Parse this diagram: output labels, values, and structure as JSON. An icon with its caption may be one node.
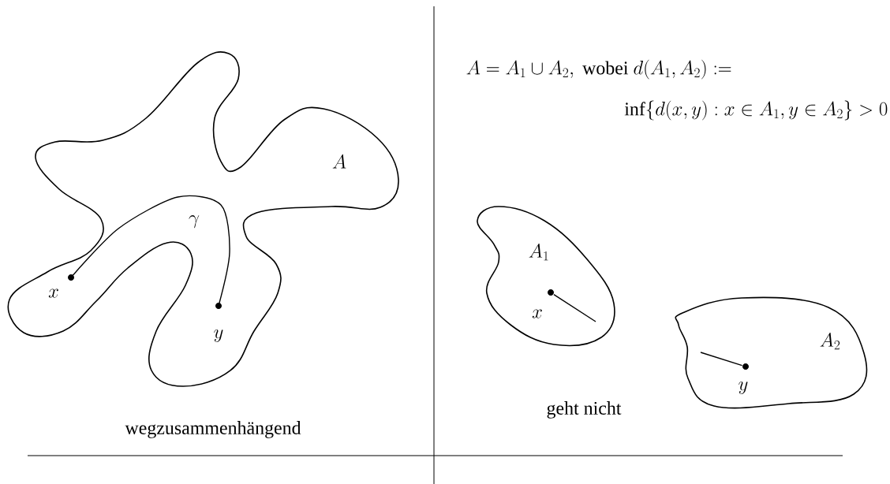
{
  "diagram": {
    "nodes": [
      {
        "text": [
          "A"
        ]
      },
      {
        "text": [],
        "shape": "circle",
        "in": 0,
        "beside": [
          "x"
        ]
      },
      {
        "text": [],
        "shape": "circle",
        "in": 0,
        "beside": [
          "y"
        ]
      },
      {
        "text": [
          "A_1"
        ]
      },
      {
        "text": [],
        "shape": "circle",
        "in": 3,
        "beside": [
          "x"
        ]
      },
      {
        "text": [
          "A_2"
        ]
      },
      {
        "text": [],
        "shape": "circle",
        "in": 5,
        "beside": [
          "y"
        ]
      }
    ],
    "edges": [
      {
        "from": 1,
        "to": 2,
        "arrow": "none",
        "label": "\\gamma"
      },
      {
        "from": 4,
        "to": null,
        "arrow": "none"
      },
      {
        "from": 6,
        "to": null,
        "arrow": "none"
      }
    ],
    "labels": [
      "wegzusammenhängend",
      "A = A_1 \\cup A_2, \\mbox{ wobei } d(A_1, A_2) :=",
      "\\inf\\{d(x, y) : x \\in A_1, y \\in A_2\\} > 0",
      "geht nicht"
    ]
  }
}
